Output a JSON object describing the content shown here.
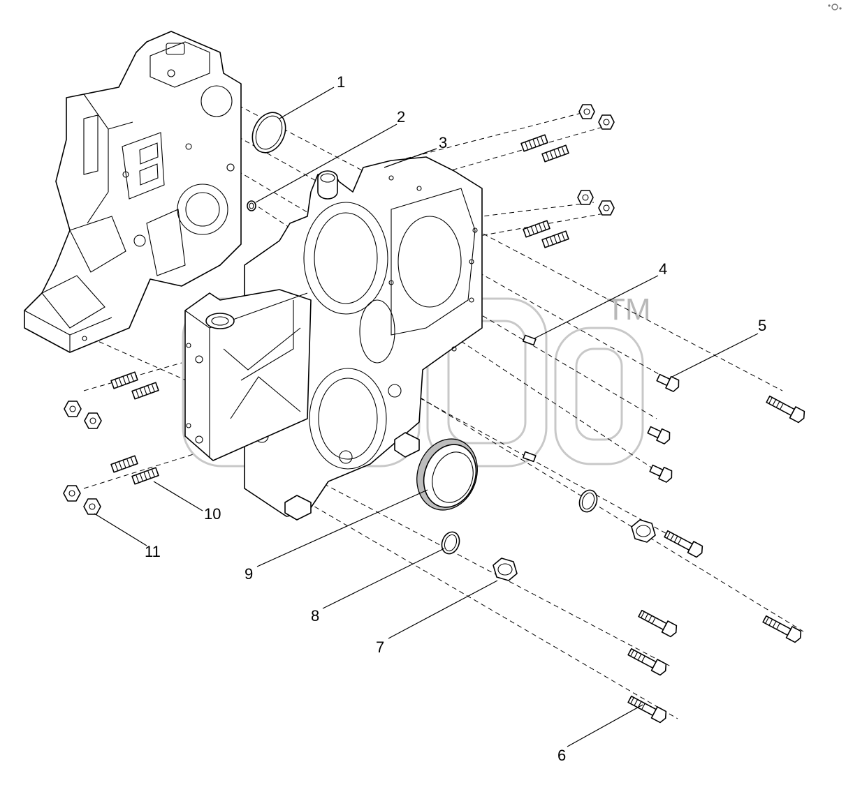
{
  "figure": {
    "callouts": [
      "1",
      "2",
      "3",
      "4",
      "5",
      "6",
      "7",
      "8",
      "9",
      "10",
      "11"
    ],
    "watermark_mark": "TM"
  },
  "icons": {
    "corner": "reload-icon"
  }
}
